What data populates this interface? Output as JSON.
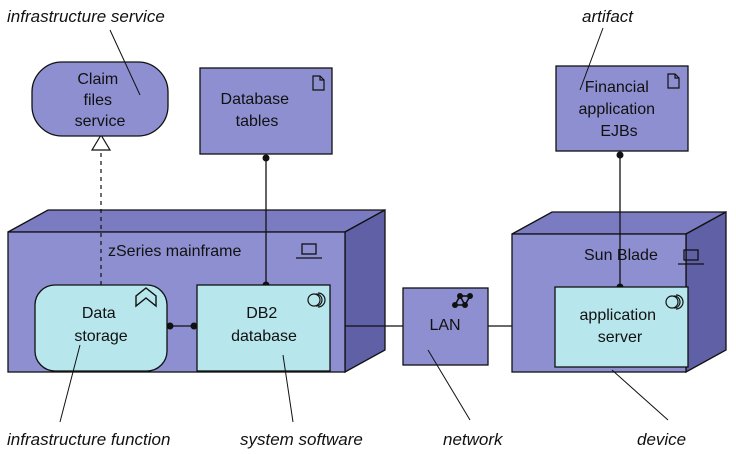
{
  "annotations": {
    "infrastructure_service": "infrastructure service",
    "artifact": "artifact",
    "infrastructure_function": "infrastructure function",
    "system_software": "system software",
    "network": "network",
    "device": "device"
  },
  "elements": {
    "claim_files_service": [
      "Claim",
      "files",
      "service"
    ],
    "database_tables": [
      "Database",
      "tables"
    ],
    "financial_ejbs": [
      "Financial",
      "application",
      "EJBs"
    ],
    "zseries": "zSeries mainframe",
    "data_storage": [
      "Data",
      "storage"
    ],
    "db2": [
      "DB2",
      "database"
    ],
    "lan": "LAN",
    "sun_blade": "Sun Blade",
    "app_server": [
      "application",
      "server"
    ]
  },
  "colors": {
    "node_front": "#8e8fd1",
    "node_top": "#7a7bc0",
    "node_side": "#5f60a6",
    "software": "#b7e6ec",
    "outline": "#111111"
  },
  "icons": [
    "artifact-icon",
    "device-icon",
    "function-icon",
    "system-software-icon",
    "network-icon"
  ]
}
